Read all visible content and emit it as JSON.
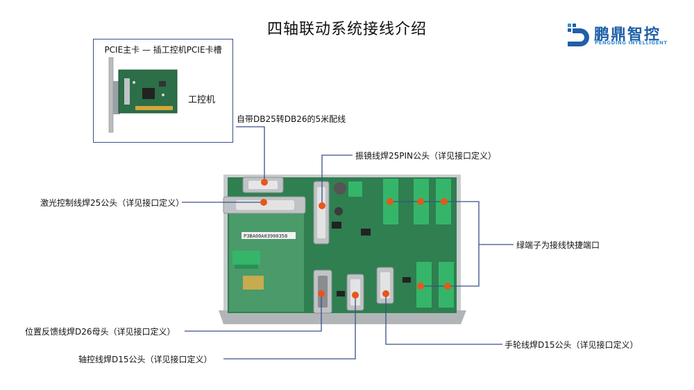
{
  "title": "四轴联动系统接线介绍",
  "logo": {
    "main": "鹏鼎智控",
    "sub": "PENGDING INTELLIGENT",
    "mark": "D",
    "color": "#1f5fa8"
  },
  "card": {
    "caption": "PCIE主卡 — 插工控机PCIE卡槽",
    "ipc_label": "工控机"
  },
  "labels": {
    "cable": "自带DB25转DB26的5米配线",
    "galvo": "振镜线焊25PIN公头（详见接口定义）",
    "laser": "激光控制线焊25公头（详见接口定义）",
    "terminal": "绿端子为接线快捷端口",
    "feedback": "位置反馈线焊D26母头（详见接口定义）",
    "handwheel": "手轮线焊D15公头（详见接口定义）",
    "axis": "轴控线焊D15公头（详见接口定义）"
  },
  "board": {
    "serial": "P3BA00A03900358"
  },
  "colors": {
    "pcb": "#2e7d4f",
    "terminal": "#35b56a",
    "marker": "#e8561c",
    "leader": "#3a4f8a"
  }
}
